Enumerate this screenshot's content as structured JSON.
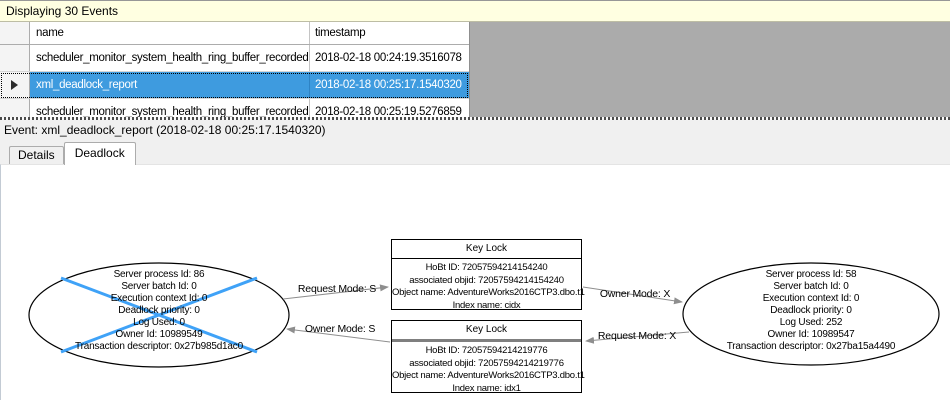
{
  "info_bar": {
    "text": "Displaying 30 Events"
  },
  "grid": {
    "columns": {
      "name": "name",
      "timestamp": "timestamp"
    },
    "rows": [
      {
        "name": "scheduler_monitor_system_health_ring_buffer_recorded",
        "timestamp": "2018-02-18 00:24:19.3516078"
      },
      {
        "name": "xml_deadlock_report",
        "timestamp": "2018-02-18 00:25:17.1540320"
      },
      {
        "name": "scheduler_monitor_system_health_ring_buffer_recorded",
        "timestamp": "2018-02-18 00:25:19.5276859"
      }
    ],
    "selected_row_index": 1
  },
  "event_bar": {
    "text": "Event: xml_deadlock_report (2018-02-18 00:25:17.1540320)"
  },
  "tabs": {
    "details": "Details",
    "deadlock": "Deadlock",
    "active": "Deadlock"
  },
  "deadlock_graph": {
    "victim_process": {
      "crossed_out": true,
      "lines": [
        "Server process Id: 86",
        "Server batch Id: 0",
        "Execution context Id: 0",
        "Deadlock priority: 0",
        "Log Used: 0",
        "Owner Id: 10989549",
        "Transaction descriptor: 0x27b985d1ac0"
      ]
    },
    "survivor_process": {
      "crossed_out": false,
      "lines": [
        "Server process Id: 58",
        "Server batch Id: 0",
        "Execution context Id: 0",
        "Deadlock priority: 0",
        "Log Used: 252",
        "Owner Id: 10989547",
        "Transaction descriptor: 0x27ba15a4490"
      ]
    },
    "resources": [
      {
        "title": "Key Lock",
        "lines": [
          "HoBt ID: 72057594214154240",
          "associated objid: 72057594214154240",
          "Object name: AdventureWorks2016CTP3.dbo.t1",
          "Index name: cidx"
        ]
      },
      {
        "title": "Key Lock",
        "lines": [
          "HoBt ID: 72057594214219776",
          "associated objid: 72057594214219776",
          "Object name: AdventureWorks2016CTP3.dbo.t1",
          "Index name: idx1"
        ]
      }
    ],
    "edges": [
      {
        "label": "Request Mode: S"
      },
      {
        "label": "Owner Mode: S"
      },
      {
        "label": "Owner Mode: X"
      },
      {
        "label": "Request Mode: X"
      }
    ]
  },
  "colors": {
    "selection_blue": "#3E9BDF",
    "victim_cross_blue": "#3FA2F7",
    "info_bar_yellow": "#FFFFE1",
    "filler_gray": "#ABABAB",
    "edge_gray": "#8E8E8E"
  }
}
